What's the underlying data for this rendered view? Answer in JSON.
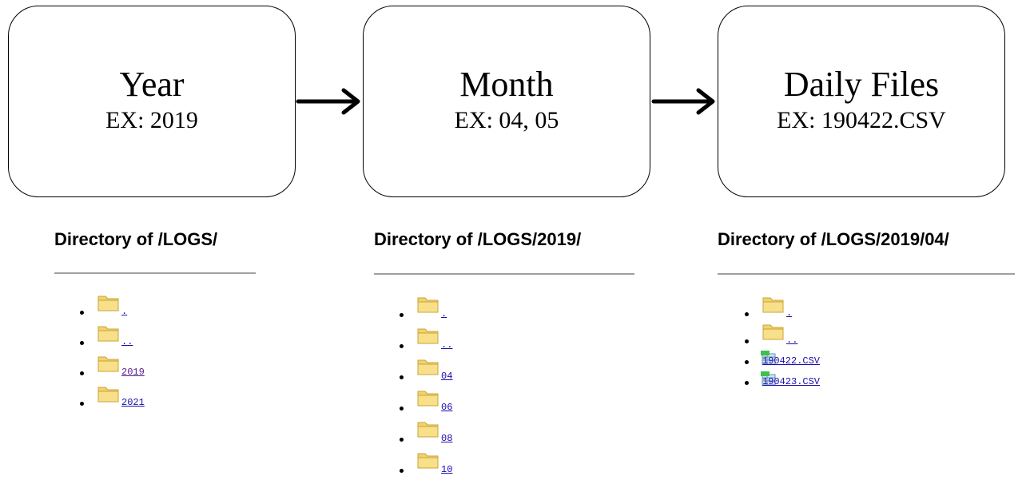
{
  "boxes": [
    {
      "title": "Year",
      "example": "EX: 2019"
    },
    {
      "title": "Month",
      "example": "EX: 04, 05"
    },
    {
      "title": "Daily Files",
      "example": "EX: 190422.CSV"
    }
  ],
  "listings": [
    {
      "heading": "Directory of /LOGS/",
      "entries": [
        {
          "name": ".",
          "icon": "folder-icon"
        },
        {
          "name": "..",
          "icon": "folder-icon"
        },
        {
          "name": "2019",
          "icon": "folder-icon"
        },
        {
          "name": "2021",
          "icon": "folder-icon"
        }
      ]
    },
    {
      "heading": "Directory of /LOGS/2019/",
      "entries": [
        {
          "name": ".",
          "icon": "folder-icon"
        },
        {
          "name": "..",
          "icon": "folder-icon"
        },
        {
          "name": "04",
          "icon": "folder-icon"
        },
        {
          "name": "06",
          "icon": "folder-icon"
        },
        {
          "name": "08",
          "icon": "folder-icon"
        },
        {
          "name": "10",
          "icon": "folder-icon"
        }
      ]
    },
    {
      "heading": "Directory of /LOGS/2019/04/",
      "entries": [
        {
          "name": ".",
          "icon": "folder-icon"
        },
        {
          "name": "..",
          "icon": "folder-icon"
        },
        {
          "name": "190422.CSV",
          "icon": "csv-file-icon"
        },
        {
          "name": "190423.CSV",
          "icon": "csv-file-icon"
        }
      ]
    }
  ],
  "colors": {
    "link": "#1a0dab",
    "visited": "#551a8b",
    "folder": "#f3d26b",
    "rule": "#a0a0a0"
  }
}
